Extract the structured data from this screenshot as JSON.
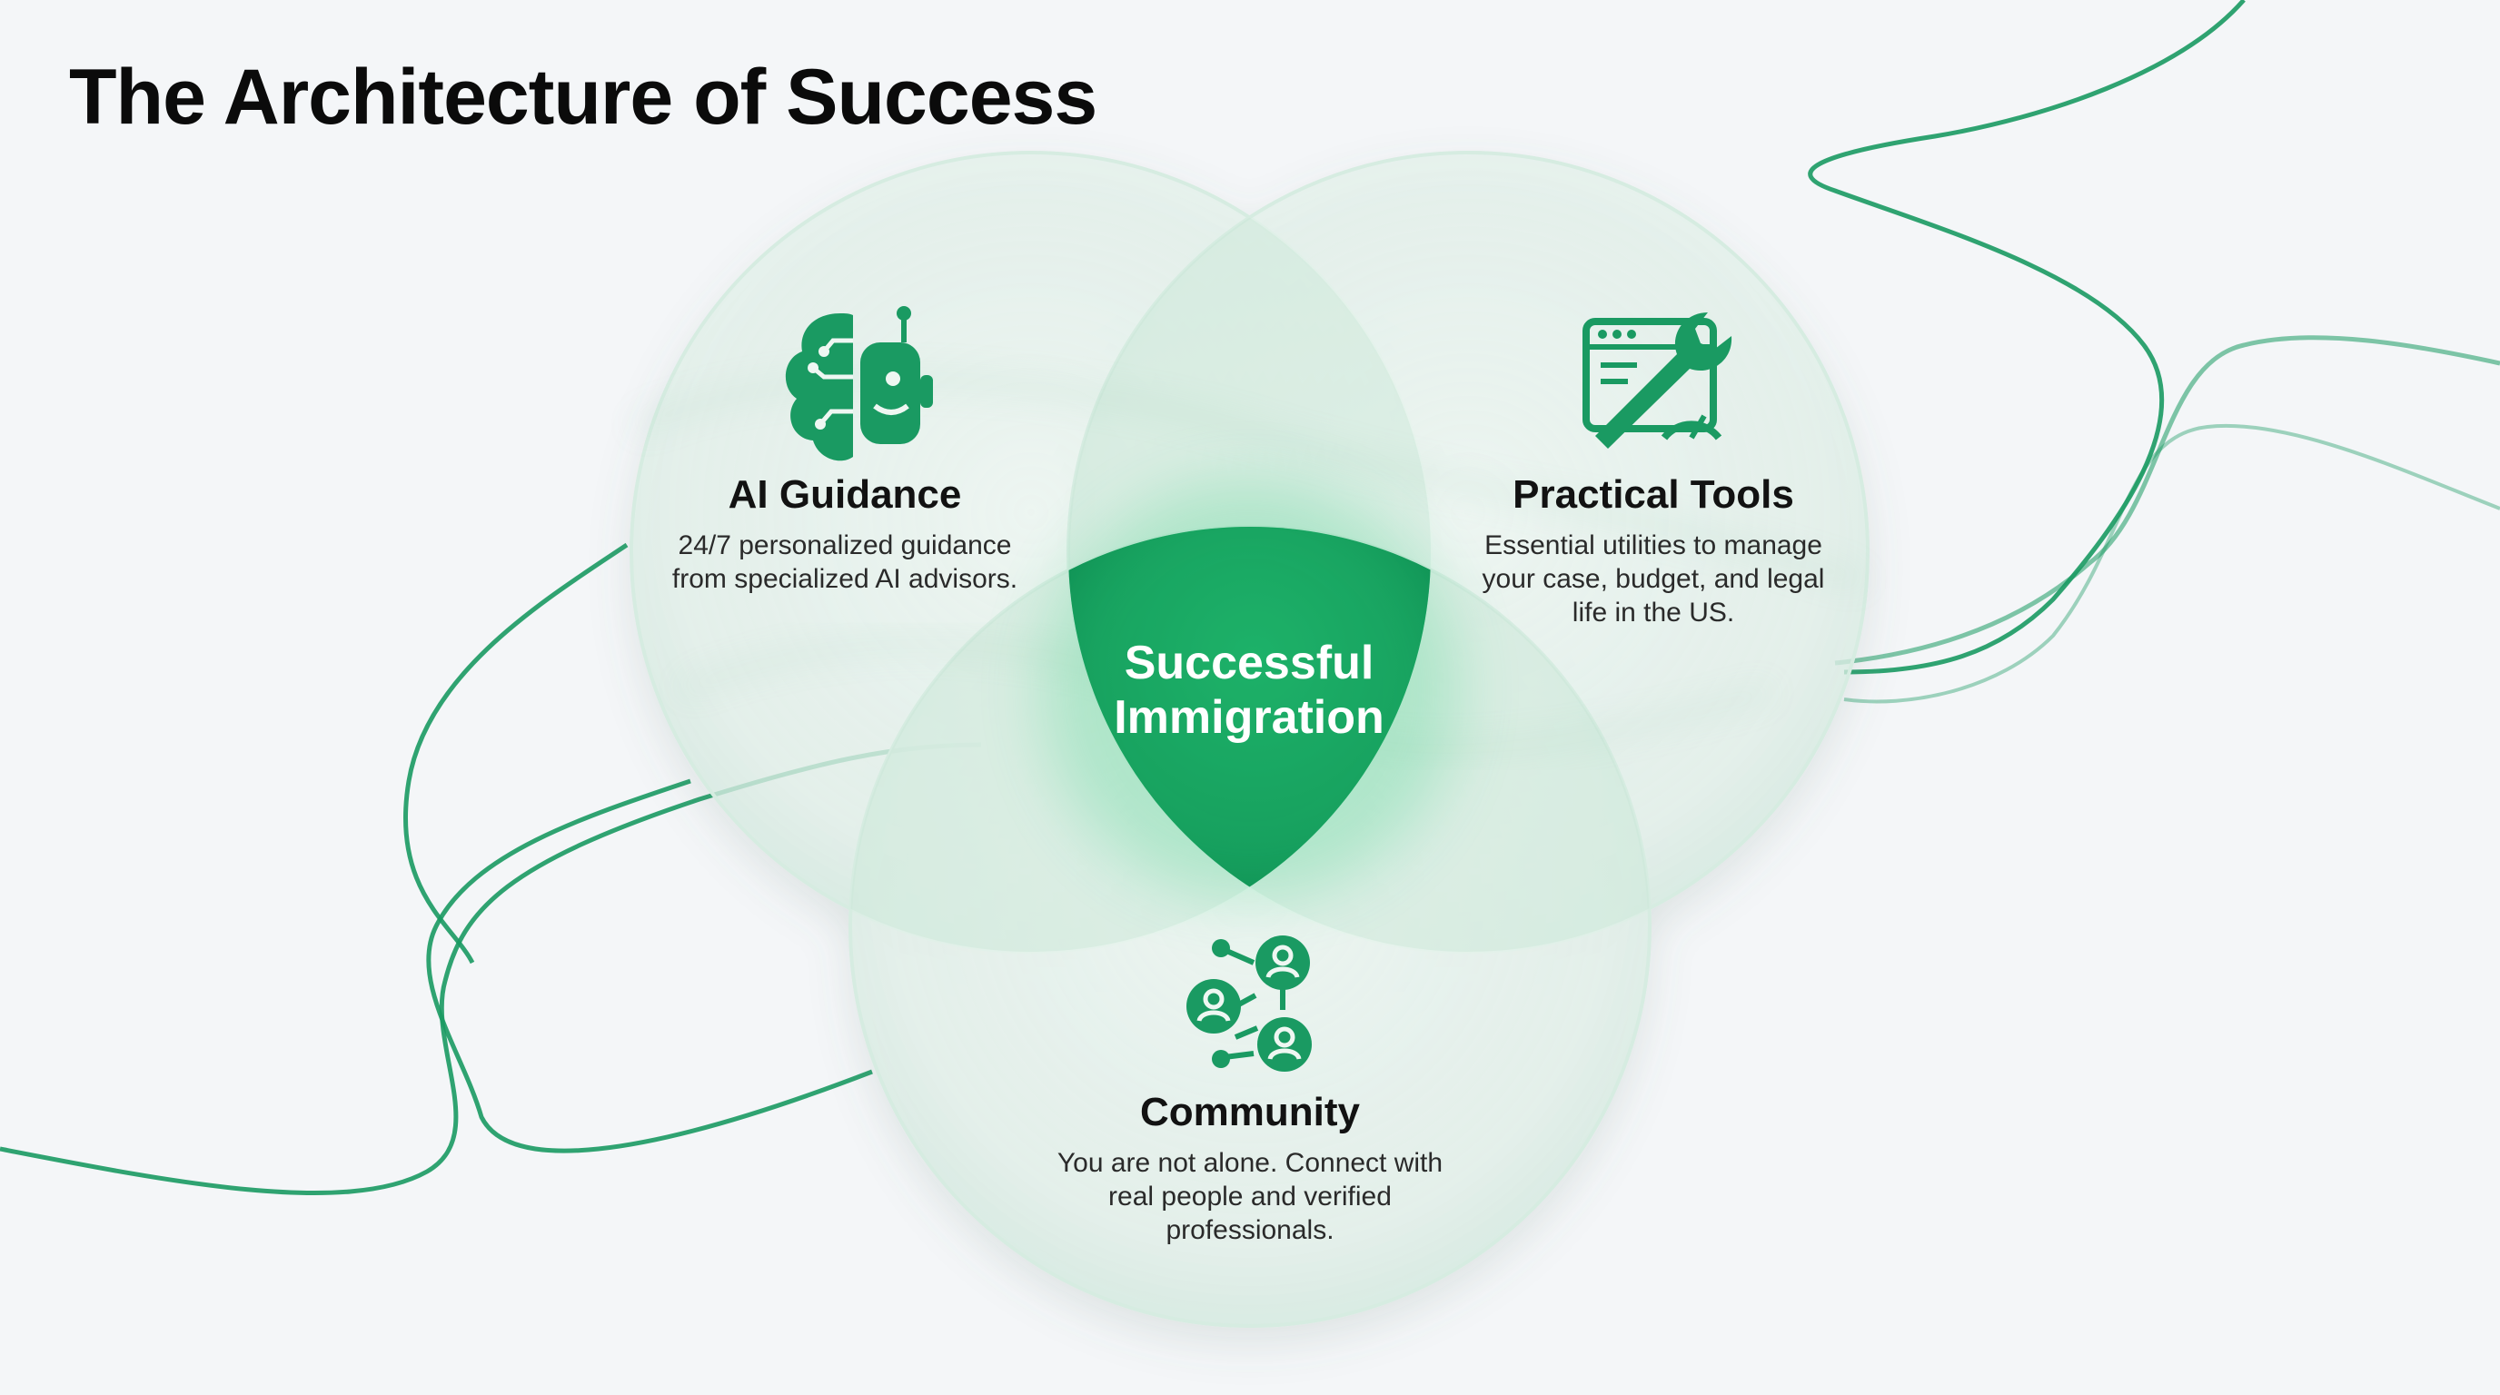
{
  "title": "The Architecture of Success",
  "center": {
    "label": "Successful Immigration"
  },
  "sections": {
    "ai_guidance": {
      "heading": "AI Guidance",
      "text": "24/7 personalized guidance from specialized AI advisors.",
      "icon": "brain-robot-icon"
    },
    "practical_tools": {
      "heading": "Practical Tools",
      "text": "Essential utilities to manage your case, budget, and legal life in the US.",
      "icon": "browser-wrench-gauge-icon"
    },
    "community": {
      "heading": "Community",
      "text": "You are not alone. Connect with real people and verified professionals.",
      "icon": "people-network-icon"
    }
  },
  "colors": {
    "accent": "#1a9a62",
    "accent_dark": "#0b7a48",
    "center_fill": "#0e8a52",
    "background": "#f4f6f8",
    "circle_stroke": "#cfe9dc"
  }
}
